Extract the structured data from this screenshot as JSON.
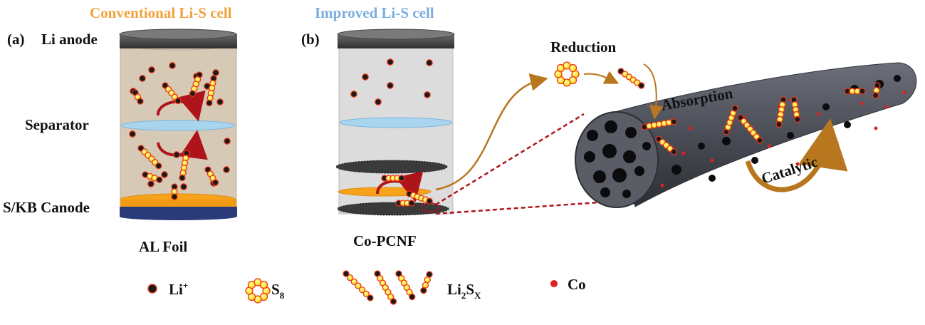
{
  "titles": {
    "conventional": "Conventional Li-S cell",
    "improved": "Improved Li-S cell"
  },
  "panels": {
    "a": "(a)",
    "b": "(b)"
  },
  "labels": {
    "li_anode": "Li anode",
    "separator": "Separator",
    "cathode": "S/KB Canode",
    "al_foil": "AL Foil",
    "co_pcnf": "Co-PCNF",
    "reduction": "Reduction",
    "absorption": "Absorption",
    "catalytic": "Catalytic"
  },
  "legend": {
    "li_ion": "Li",
    "li_ion_sup": "+",
    "s8": "S",
    "s8_sub": "8",
    "li2sx_a": "Li",
    "li2sx_sub1": "2",
    "li2sx_b": "S",
    "li2sx_sub2": "X",
    "co": "Co"
  },
  "colors": {
    "conventional_title": "#f0a23c",
    "improved_title": "#7aaee0",
    "cell_a_fill": "#d6c9b6",
    "cell_b_fill": "#dcdcdc",
    "separator": "#a9d4ee",
    "cathode": "#f7a21b",
    "foil": "#2b3a78",
    "sulfur": "#ffe600",
    "sulfur_rim": "#e8381b",
    "li_ion": "#1a1a1a",
    "co": "#e02020",
    "arrow_brown": "#b8761e",
    "arrow_red": "#b0141b",
    "fiber": "#4a4d57"
  }
}
